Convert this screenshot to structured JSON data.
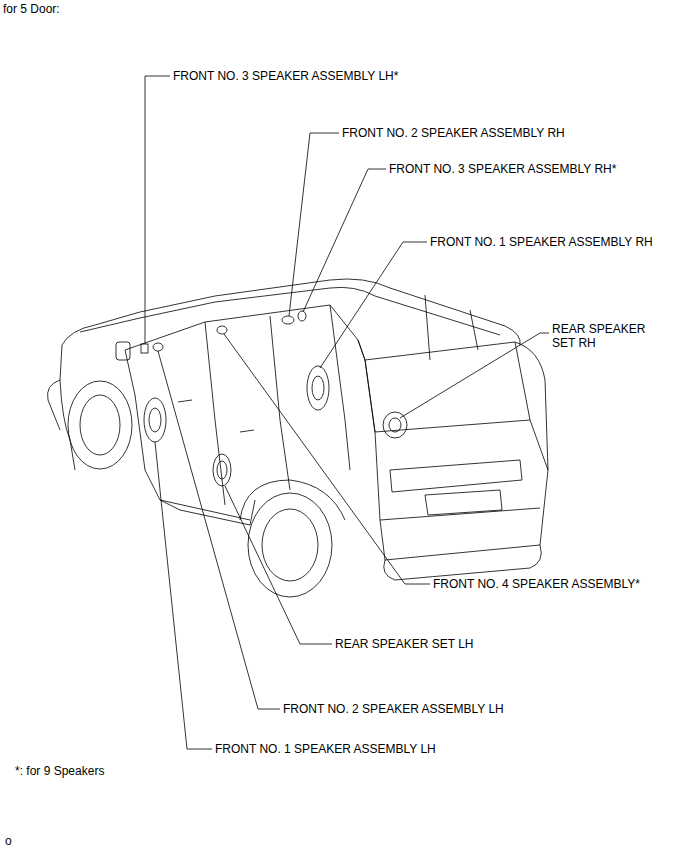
{
  "diagram": {
    "labels": [
      "for 5 Door:",
      "FRONT NO. 3 SPEAKER ASSEMBLY LH*",
      "FRONT NO. 2 SPEAKER ASSEMBLY RH",
      "FRONT NO. 3 SPEAKER ASSEMBLY RH*",
      "FRONT NO. 1 SPEAKER ASSEMBLY RH",
      "REAR SPEAKER SET RH",
      "FRONT NO. 4 SPEAKER ASSEMBLY*",
      "REAR SPEAKER SET LH",
      "FRONT NO. 2 SPEAKER ASSEMBLY LH",
      "FRONT NO. 1 SPEAKER ASSEMBLY LH",
      "*: for 9 Speakers",
      "o"
    ]
  }
}
